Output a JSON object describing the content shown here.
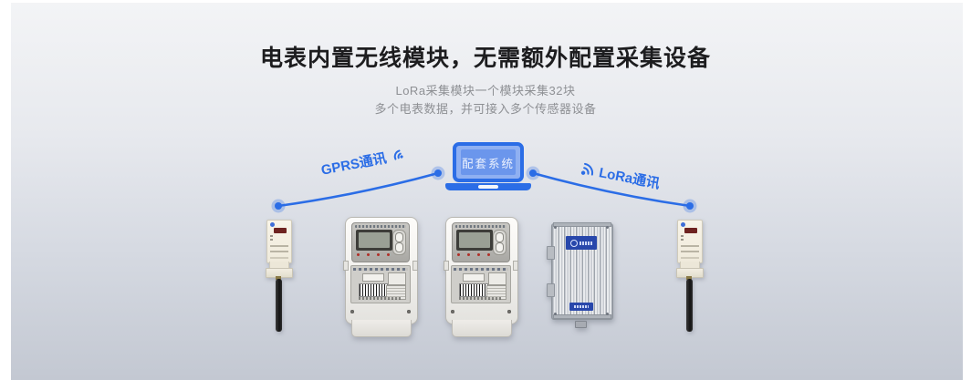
{
  "background": {
    "page": "#ffffff",
    "panel_top": "#f3f4f6",
    "panel_bottom": "#c3c8d2"
  },
  "header": {
    "title": "电表内置无线模块，无需额外配置采集设备",
    "subtitle_line1": "LoRa采集模块一个模块采集32块",
    "subtitle_line2": "多个电表数据，并可接入多个传感器设备"
  },
  "diagram": {
    "center_label": "配套系统",
    "left_link_label": "GPRS通讯",
    "right_link_label": "LoRa通讯",
    "icons": {
      "left_link": "wifi-icon",
      "center": "laptop-icon",
      "right_link": "broadcast-icon"
    },
    "colors": {
      "accent_blue": "#2b6de6",
      "node_halo": "rgba(43,109,230,0.28)"
    },
    "devices": [
      {
        "name": "lora-antenna-module-left",
        "type": "antenna-module"
      },
      {
        "name": "smart-meter-1",
        "type": "three-phase-smart-meter"
      },
      {
        "name": "smart-meter-2",
        "type": "three-phase-smart-meter"
      },
      {
        "name": "concentrator-box",
        "type": "ribbed-metal-enclosure"
      },
      {
        "name": "lora-antenna-module-right",
        "type": "antenna-module"
      }
    ]
  }
}
